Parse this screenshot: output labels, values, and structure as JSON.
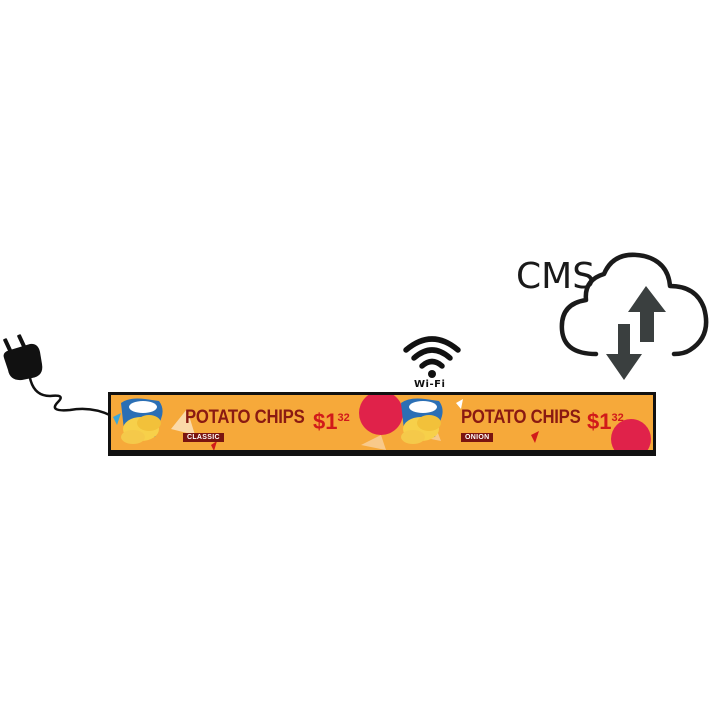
{
  "cms": {
    "label": "CMS"
  },
  "wifi": {
    "label": "Wi-Fi"
  },
  "ads": [
    {
      "title": "POTATO CHIPS",
      "price_dollars": "$1",
      "price_cents": "32",
      "variant": "CLASSIC"
    },
    {
      "title": "POTATO CHIPS",
      "price_dollars": "$1",
      "price_cents": "32",
      "variant": "ONION"
    }
  ],
  "colors": {
    "ad_background": "#f6a93a",
    "title": "#8a1a12",
    "price": "#d11a1a",
    "tag": "#7a1410",
    "outline": "#1a1a1a"
  }
}
